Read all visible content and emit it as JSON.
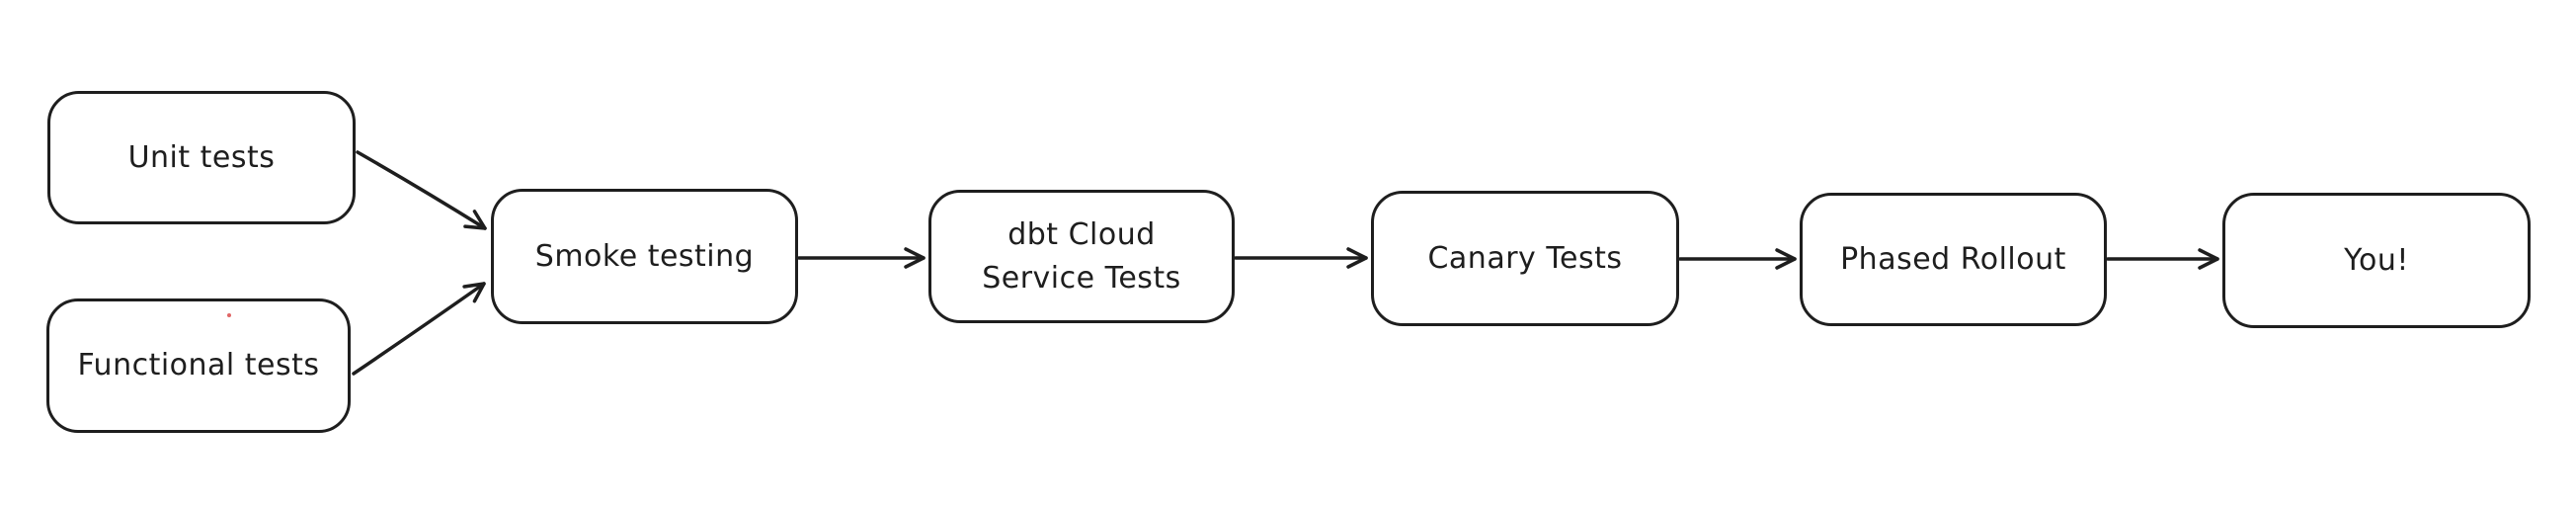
{
  "diagram": {
    "type": "flowchart",
    "style": "hand-drawn",
    "background_color": "#ffffff",
    "stroke_color": "#1e1e1e",
    "artifact_dot_color": "#e06666",
    "nodes": [
      {
        "id": "unit-tests",
        "label": "Unit tests"
      },
      {
        "id": "functional-tests",
        "label": "Functional tests"
      },
      {
        "id": "smoke-testing",
        "label": "Smoke testing"
      },
      {
        "id": "dbt-cloud-service-tests",
        "label": "dbt Cloud\nService Tests"
      },
      {
        "id": "canary-tests",
        "label": "Canary Tests"
      },
      {
        "id": "phased-rollout",
        "label": "Phased Rollout"
      },
      {
        "id": "you",
        "label": "You!"
      }
    ],
    "edges": [
      {
        "from": "unit-tests",
        "to": "smoke-testing"
      },
      {
        "from": "functional-tests",
        "to": "smoke-testing"
      },
      {
        "from": "smoke-testing",
        "to": "dbt-cloud-service-tests"
      },
      {
        "from": "dbt-cloud-service-tests",
        "to": "canary-tests"
      },
      {
        "from": "canary-tests",
        "to": "phased-rollout"
      },
      {
        "from": "phased-rollout",
        "to": "you"
      }
    ]
  }
}
